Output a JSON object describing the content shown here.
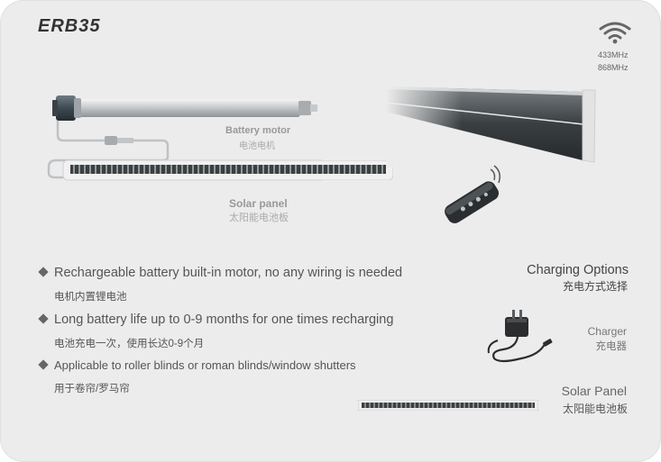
{
  "header": {
    "model": "ERB35"
  },
  "wireless": {
    "icon": "wifi-icon",
    "freq1": "433MHz",
    "freq2": "868MHz"
  },
  "motor": {
    "label_en": "Battery motor",
    "label_cn": "电池电机"
  },
  "solar_strip": {
    "label_en": "Solar panel",
    "label_cn": "太阳能电池板"
  },
  "features": [
    {
      "en": "Rechargeable battery built-in motor, no any wiring is needed",
      "cn": "电机内置锂电池"
    },
    {
      "en": "Long battery life up to 0-9 months for one times recharging",
      "cn": "电池充电一次，使用长达0-9个月"
    },
    {
      "en": "Applicable to roller blinds or roman blinds/window shutters",
      "cn": "用于卷帘/罗马帘"
    }
  ],
  "charging": {
    "title_en": "Charging Options",
    "title_cn": "充电方式选择",
    "charger_en": "Charger",
    "charger_cn": "充电器",
    "solar_en": "Solar Panel",
    "solar_cn": "太阳能电池板"
  },
  "colors": {
    "card_bg": "#ececec",
    "text": "#444444",
    "panel_dark": "#2f3335"
  }
}
